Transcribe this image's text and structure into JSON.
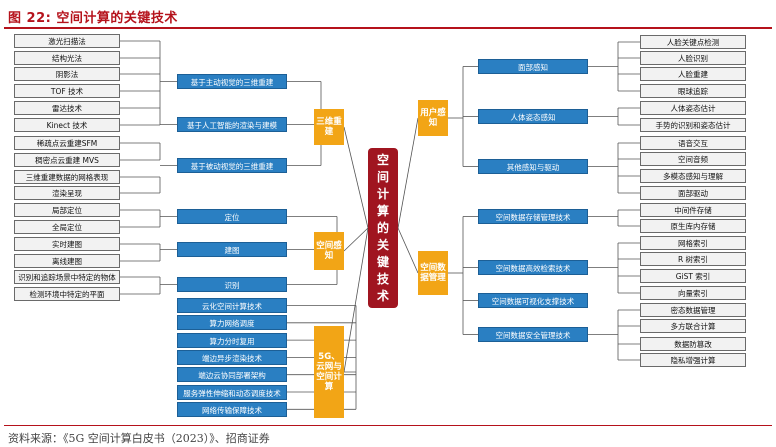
{
  "header": {
    "title": "图 22:  空间计算的关键技术"
  },
  "footer": {
    "source": "资料来源：《5G 空间计算白皮书（2023）》、招商证券"
  },
  "center": {
    "label": "空间计算的关键技术"
  },
  "left": [
    {
      "label": "三维重建",
      "children": [
        {
          "label": "基于主动视觉的三维重建",
          "leaves": [
            "激光扫描法",
            "结构光法",
            "阴影法",
            "TOF 技术",
            "雷达技术",
            "Kinect 技术"
          ]
        },
        {
          "label": "基于人工智能的渲染与建模",
          "leaves": [
            "稀疏点云重建SFM",
            "稠密点云重建 MVS"
          ]
        },
        {
          "label": "基于被动视觉的三维重建",
          "leaves": [
            "三维重建数据的网格表现",
            "渲染呈现"
          ]
        }
      ]
    },
    {
      "label": "空间感知",
      "children": [
        {
          "label": "定位",
          "leaves": [
            "局部定位",
            "全局定位"
          ]
        },
        {
          "label": "建图",
          "leaves": [
            "实时建图",
            "离线建图"
          ]
        },
        {
          "label": "识别",
          "leaves": [
            "识别和追踪场景中特定的物体",
            "检测环境中特定的平面"
          ]
        }
      ]
    },
    {
      "label": "5G、云网与空间计算",
      "children": [
        {
          "label": "云化空间计算技术",
          "leaves": []
        },
        {
          "label": "算力网络调度",
          "leaves": []
        },
        {
          "label": "算力分时复用",
          "leaves": []
        },
        {
          "label": "端边异步渲染技术",
          "leaves": []
        },
        {
          "label": "端边云协同部署架构",
          "leaves": []
        },
        {
          "label": "服务弹性伸缩和动态调度技术",
          "leaves": []
        },
        {
          "label": "网络传输保障技术",
          "leaves": []
        }
      ]
    }
  ],
  "right": [
    {
      "label": "用户感知",
      "children": [
        {
          "label": "面部感知",
          "leaves": [
            "人脸关键点检测",
            "人脸识别",
            "人脸重建",
            "眼球追踪"
          ]
        },
        {
          "label": "人体姿态感知",
          "leaves": [
            "人体姿态估计",
            "手势的识别和姿态估计"
          ]
        },
        {
          "label": "其他感知与驱动",
          "leaves": [
            "语音交互",
            "空间音频",
            "多模态感知与理解",
            "面部驱动"
          ]
        }
      ]
    },
    {
      "label": "空间数据管理",
      "children": [
        {
          "label": "空间数据存储管理技术",
          "leaves": [
            "中间件存储",
            "原生库内存储"
          ]
        },
        {
          "label": "空间数据高效检索技术",
          "leaves": [
            "网格索引",
            "R 树索引",
            "GiST 索引",
            "向量索引"
          ]
        },
        {
          "label": "空间数据可视化支撑技术",
          "leaves": []
        },
        {
          "label": "空间数据安全管理技术",
          "leaves": [
            "密态数据管理",
            "多方联合计算",
            "数据防篡改",
            "隐私增强计算"
          ]
        }
      ]
    }
  ]
}
